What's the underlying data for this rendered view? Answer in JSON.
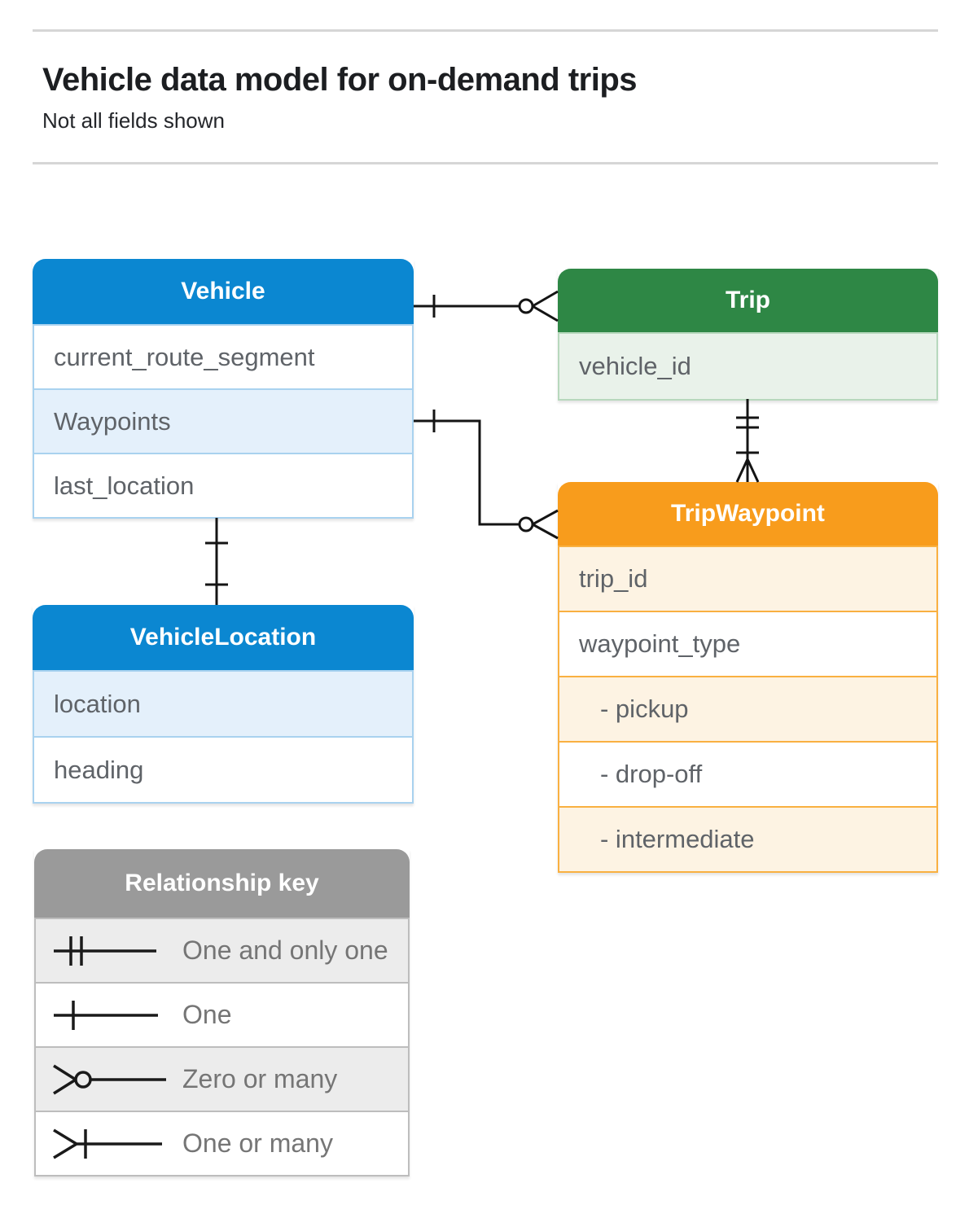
{
  "page": {
    "title": "Vehicle data model for on-demand trips",
    "subtitle": "Not all fields shown"
  },
  "colors": {
    "blue_header": "#0b87d1",
    "blue_row_tint": "#e4f0fb",
    "blue_border": "#a9d2ef",
    "green_header": "#2e8745",
    "green_row_tint": "#e9f2ea",
    "green_border": "#b7d8bd",
    "orange_header": "#f89c1c",
    "orange_row_tint": "#fdf3e3",
    "orange_border": "#f9b041",
    "gray_header": "#9a9a9a",
    "gray_row_tint": "#ececec",
    "row_text": "#5f6368",
    "connector": "#141414"
  },
  "tables": {
    "vehicle": {
      "title": "Vehicle",
      "rows": [
        "current_route_segment",
        "Waypoints",
        "last_location"
      ]
    },
    "trip": {
      "title": "Trip",
      "rows": [
        "vehicle_id"
      ]
    },
    "trip_waypoint": {
      "title": "TripWaypoint",
      "rows": [
        "trip_id",
        "waypoint_type",
        "- pickup",
        "- drop-off",
        "- intermediate"
      ]
    },
    "vehicle_location": {
      "title": "VehicleLocation",
      "rows": [
        "location",
        "heading"
      ]
    }
  },
  "relationships": [
    {
      "from": "Vehicle",
      "to": "Trip",
      "from_cardinality": "one",
      "to_cardinality": "zero-or-many"
    },
    {
      "from": "Vehicle.Waypoints",
      "to": "TripWaypoint",
      "from_cardinality": "one",
      "to_cardinality": "zero-or-many"
    },
    {
      "from": "Trip",
      "to": "TripWaypoint",
      "from_cardinality": "one-and-only-one",
      "to_cardinality": "one-or-many"
    },
    {
      "from": "Vehicle",
      "to": "VehicleLocation",
      "from_cardinality": "one",
      "to_cardinality": "one"
    }
  ],
  "legend": {
    "title": "Relationship key",
    "items": [
      {
        "symbol": "one-and-only-one",
        "label": "One and only one"
      },
      {
        "symbol": "one",
        "label": "One"
      },
      {
        "symbol": "zero-or-many",
        "label": "Zero or many"
      },
      {
        "symbol": "one-or-many",
        "label": "One or many"
      }
    ]
  }
}
